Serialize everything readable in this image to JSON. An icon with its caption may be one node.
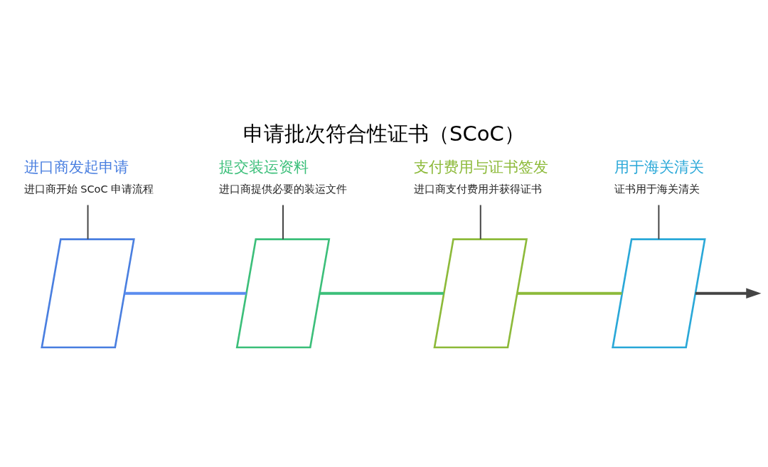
{
  "diagram": {
    "title": "申请批次符合性证书（SCoC）",
    "nodes": [
      {
        "text": [
          "进口商发起申请",
          "进口商开始 SCoC 申请流程"
        ]
      },
      {
        "text": [],
        "shape": "parallelogram"
      },
      {
        "text": [
          "提交装运资料",
          "进口商提供必要的装运文件"
        ]
      },
      {
        "text": [],
        "shape": "parallelogram"
      },
      {
        "text": [
          "支付费用与证书签发",
          "进口商支付费用并获得证书"
        ]
      },
      {
        "text": [],
        "shape": "parallelogram"
      },
      {
        "text": [
          "用于海关清关",
          "证书用于海关清关"
        ]
      },
      {
        "text": [],
        "shape": "parallelogram"
      }
    ],
    "edges": [
      {
        "from": 0,
        "to": 1,
        "arrow": "none"
      },
      {
        "from": 1,
        "to": 3,
        "arrow": "none",
        "style": "thick",
        "color": "#5b8def"
      },
      {
        "from": 2,
        "to": 3,
        "arrow": "none"
      },
      {
        "from": 3,
        "to": 5,
        "arrow": "none",
        "style": "thick",
        "color": "#3cbf7a"
      },
      {
        "from": 4,
        "to": 5,
        "arrow": "none"
      },
      {
        "from": 5,
        "to": 7,
        "arrow": "none",
        "style": "thick",
        "color": "#8dba3a"
      },
      {
        "from": 6,
        "to": 7,
        "arrow": "none"
      },
      {
        "from": 7,
        "to": null,
        "arrow": "to",
        "style": "thick",
        "color": "#444444"
      }
    ]
  }
}
